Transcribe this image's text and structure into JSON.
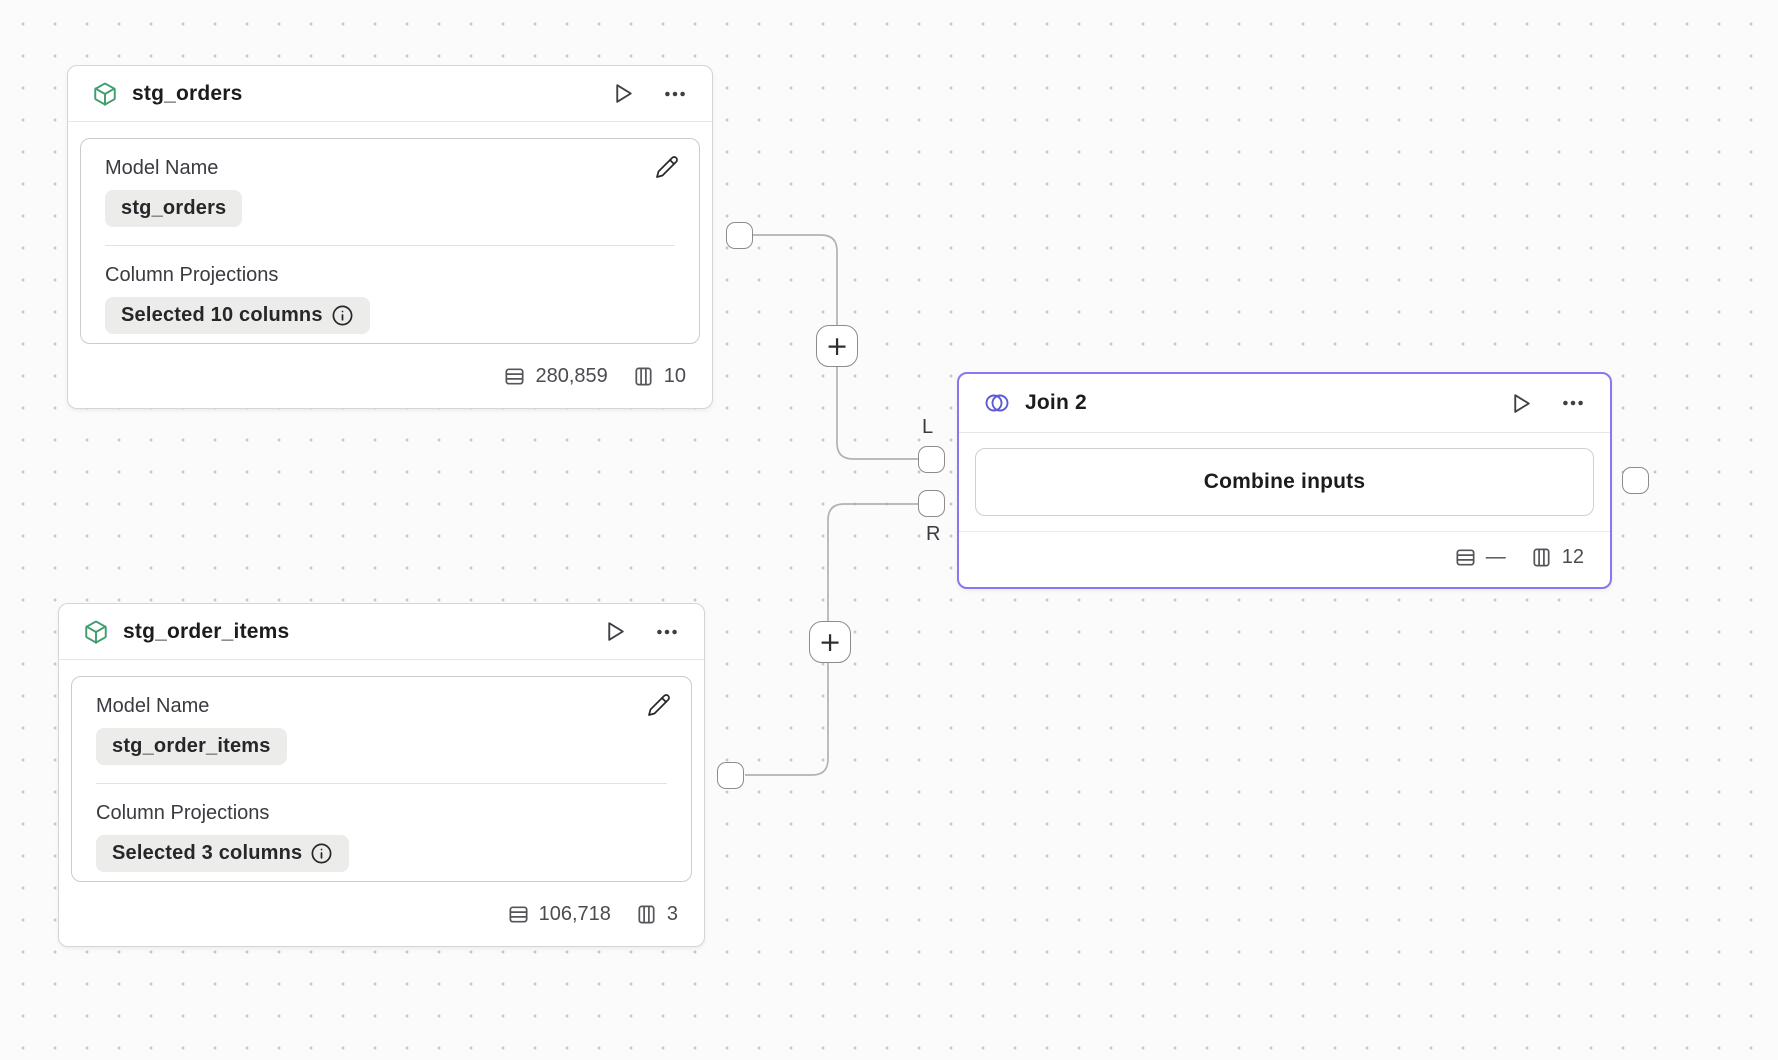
{
  "canvas": {
    "background": "#fbfbfb",
    "dot_color": "#c7c7c7"
  },
  "colors": {
    "model_icon_green": "#3f9e6e",
    "join_accent_purple": "#8678f0",
    "venn_icon_purple": "#5b5bd6",
    "wire_gray": "#b6b1ae"
  },
  "nodes": {
    "stg_orders": {
      "title": "stg_orders",
      "model_name_label": "Model Name",
      "model_name_value": "stg_orders",
      "column_projections_label": "Column Projections",
      "column_projections_value": "Selected 10 columns",
      "row_count": "280,859",
      "column_count": "10"
    },
    "stg_order_items": {
      "title": "stg_order_items",
      "model_name_label": "Model Name",
      "model_name_value": "stg_order_items",
      "column_projections_label": "Column Projections",
      "column_projections_value": "Selected 3 columns",
      "row_count": "106,718",
      "column_count": "3"
    },
    "join2": {
      "title": "Join 2",
      "combine_button_label": "Combine inputs",
      "row_count": "—",
      "column_count": "12",
      "left_port_label": "L",
      "right_port_label": "R"
    }
  },
  "connectors": {
    "add_step_label": "+"
  }
}
